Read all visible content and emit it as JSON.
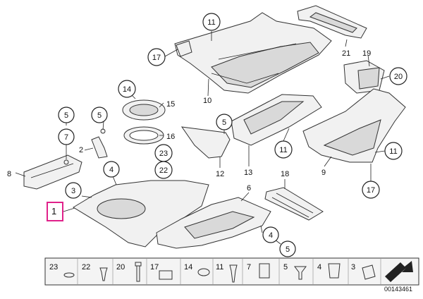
{
  "diagram": {
    "highlight_label": "1",
    "ref_number": "00143461",
    "callouts": [
      {
        "id": "c11a",
        "text": "11"
      },
      {
        "id": "c17a",
        "text": "17"
      },
      {
        "id": "c21",
        "text": "21"
      },
      {
        "id": "c19",
        "text": "19"
      },
      {
        "id": "c20",
        "text": "20"
      },
      {
        "id": "c10",
        "text": "10"
      },
      {
        "id": "c14",
        "text": "14"
      },
      {
        "id": "c15",
        "text": "15"
      },
      {
        "id": "c16",
        "text": "16"
      },
      {
        "id": "c5a",
        "text": "5"
      },
      {
        "id": "c5b",
        "text": "5"
      },
      {
        "id": "c7",
        "text": "7"
      },
      {
        "id": "c2",
        "text": "2"
      },
      {
        "id": "c5c",
        "text": "5"
      },
      {
        "id": "c23",
        "text": "23"
      },
      {
        "id": "c22",
        "text": "22"
      },
      {
        "id": "c12",
        "text": "12"
      },
      {
        "id": "c8",
        "text": "8"
      },
      {
        "id": "c4a",
        "text": "4"
      },
      {
        "id": "c3",
        "text": "3"
      },
      {
        "id": "c11b",
        "text": "11"
      },
      {
        "id": "c13",
        "text": "13"
      },
      {
        "id": "c18",
        "text": "18"
      },
      {
        "id": "c9",
        "text": "9"
      },
      {
        "id": "c11c",
        "text": "11"
      },
      {
        "id": "c17b",
        "text": "17"
      },
      {
        "id": "c6",
        "text": "6"
      },
      {
        "id": "c4b",
        "text": "4"
      },
      {
        "id": "c5d",
        "text": "5"
      }
    ],
    "strip": [
      "23",
      "22",
      "20",
      "17",
      "14",
      "11",
      "7",
      "5",
      "4",
      "3"
    ]
  }
}
